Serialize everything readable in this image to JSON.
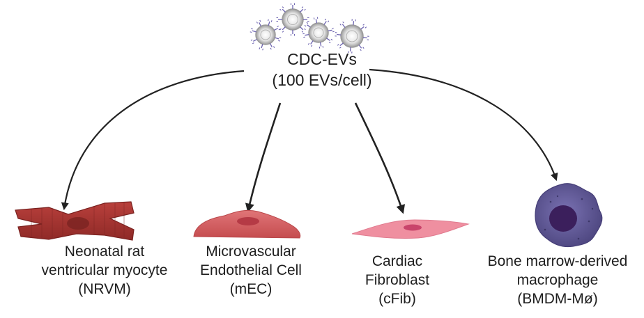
{
  "source": {
    "title": "CDC-EVs",
    "dose": "(100 EVs/cell)",
    "icon": "extracellular-vesicle-icon",
    "vesicle_count": 4
  },
  "targets": [
    {
      "icon": "cardiomyocyte-icon",
      "line1": "Neonatal rat",
      "line2": "ventricular myocyte",
      "line3": "(NRVM)"
    },
    {
      "icon": "endothelial-cell-icon",
      "line1": "Microvascular",
      "line2": "Endothelial Cell",
      "line3": "(mEC)"
    },
    {
      "icon": "fibroblast-icon",
      "line1": "Cardiac",
      "line2": "Fibroblast",
      "line3": "(cFib)"
    },
    {
      "icon": "macrophage-icon",
      "line1": "Bone marrow-derived",
      "line2": "macrophage",
      "line3": "(BMDM-Mø)"
    }
  ],
  "colors": {
    "arrow": "#222222",
    "myocyte": "#a8312e",
    "endothelial": "#d2595b",
    "fibroblast": "#ef8fa0",
    "macrophage": "#5b5394",
    "vesicle": "#9a9a9a",
    "vesicle_marker": "#6d64b0"
  }
}
